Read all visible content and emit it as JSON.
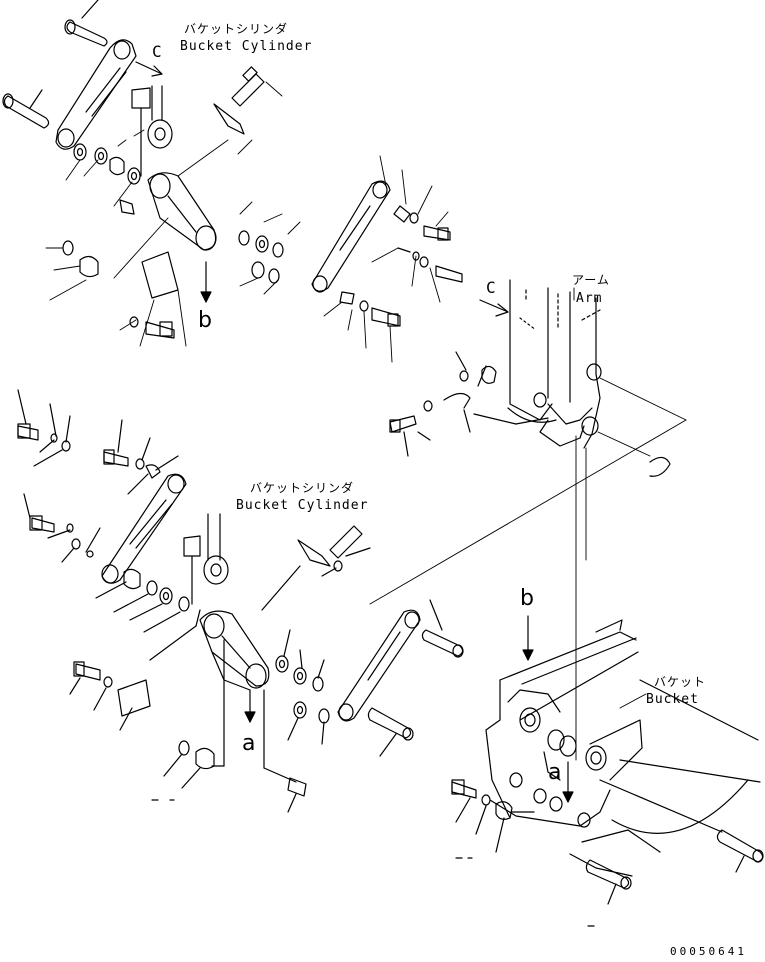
{
  "labels": {
    "bucket_cylinder_top_jp": "バケットシリンダ",
    "bucket_cylinder_top_en": "Bucket Cylinder",
    "bucket_cylinder_mid_jp": "バケットシリンダ",
    "bucket_cylinder_mid_en": "Bucket Cylinder",
    "arm_jp": "アーム",
    "arm_en": "Arm",
    "bucket_jp": "バケット",
    "bucket_en": "Bucket",
    "view_c_top": "C",
    "view_c_arm": "C",
    "ref_b_top": "b",
    "ref_b_right": "b",
    "ref_a_mid": "a",
    "ref_a_right": "a",
    "drawing_code": "00050641"
  }
}
